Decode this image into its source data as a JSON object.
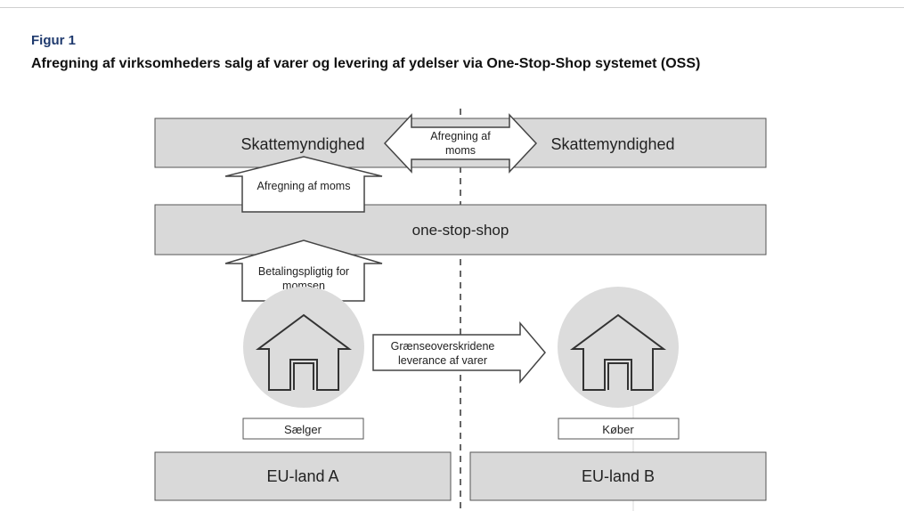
{
  "figure": {
    "label": "Figur 1",
    "title": "Afregning af virksomheders salg af varer og levering af ydelser via One-Stop-Shop systemet (OSS)"
  },
  "diagram": {
    "tax_authority_left": "Skattemyndighed",
    "tax_authority_right": "Skattemyndighed",
    "vat_exchange_line1": "Afregning af",
    "vat_exchange_line2": "moms",
    "oss_box": "one-stop-shop",
    "settle_vat_arrow": "Afregning af moms",
    "liable_line1": "Betalingspligtig for",
    "liable_line2": "momsen",
    "delivery_line1": "Grænseoverskridene",
    "delivery_line2": "leverance af varer",
    "seller_label": "Sælger",
    "buyer_label": "Køber",
    "country_a": "EU-land A",
    "country_b": "EU-land B"
  },
  "colors": {
    "box_fill": "#d9d9d9",
    "box_stroke": "#555555",
    "circle_fill": "#dcdcdc",
    "title_blue": "#1f3a6e"
  }
}
